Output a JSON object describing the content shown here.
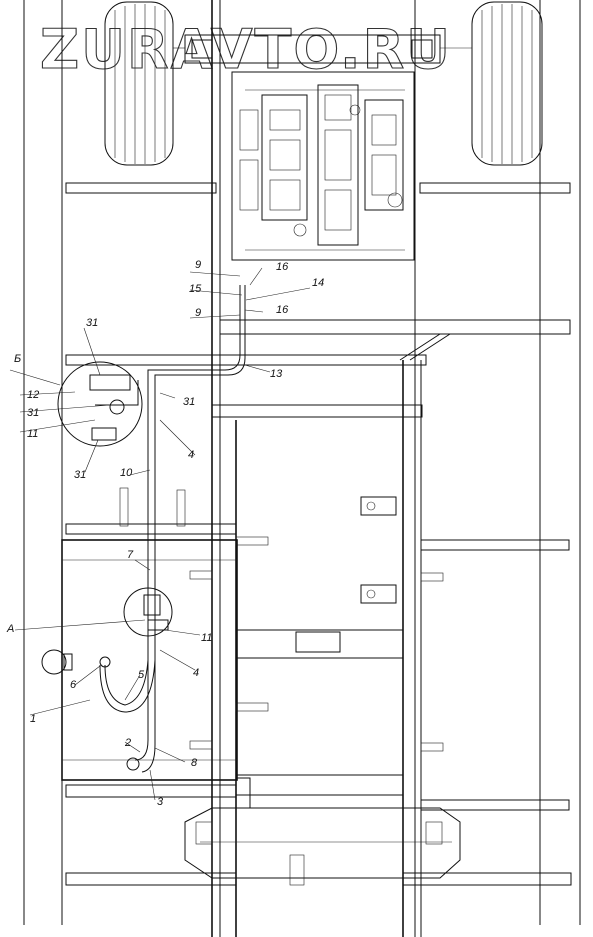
{
  "watermark": "ZURAVTO.RU",
  "callouts": [
    {
      "id": "c1",
      "text": "1"
    },
    {
      "id": "c2",
      "text": "2"
    },
    {
      "id": "c3",
      "text": "3"
    },
    {
      "id": "c4a",
      "text": "4"
    },
    {
      "id": "c4b",
      "text": "4"
    },
    {
      "id": "c5",
      "text": "5"
    },
    {
      "id": "c6",
      "text": "6"
    },
    {
      "id": "c7",
      "text": "7"
    },
    {
      "id": "c8",
      "text": "8"
    },
    {
      "id": "c9a",
      "text": "9"
    },
    {
      "id": "c9b",
      "text": "9"
    },
    {
      "id": "c10",
      "text": "10"
    },
    {
      "id": "c11a",
      "text": "11"
    },
    {
      "id": "c11b",
      "text": "11"
    },
    {
      "id": "c12",
      "text": "12"
    },
    {
      "id": "c13",
      "text": "13"
    },
    {
      "id": "c14",
      "text": "14"
    },
    {
      "id": "c15",
      "text": "15"
    },
    {
      "id": "c16a",
      "text": "16"
    },
    {
      "id": "c16b",
      "text": "16"
    },
    {
      "id": "c31a",
      "text": "31"
    },
    {
      "id": "c31b",
      "text": "31"
    },
    {
      "id": "c31c",
      "text": "31"
    },
    {
      "id": "c31d",
      "text": "31"
    },
    {
      "id": "cA",
      "text": "А"
    },
    {
      "id": "cB",
      "text": "Б"
    }
  ]
}
